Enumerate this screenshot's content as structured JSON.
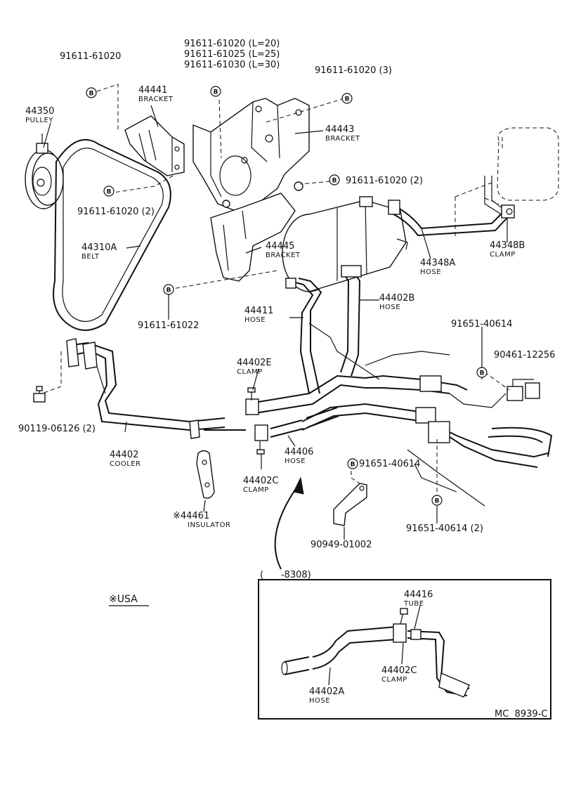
{
  "labels": {
    "bolt_91611_61020_tl": "91611-61020",
    "bolt_lengths_1": "91611-61020 (L=20)",
    "bolt_lengths_2": "91611-61025 (L=25)",
    "bolt_lengths_3": "91611-61030 (L=30)",
    "bolt_91611_61020_3": "91611-61020 (3)",
    "bracket_44441": "44441",
    "bracket_44441_name": "BRACKET",
    "pulley_44350": "44350",
    "pulley_44350_name": "PULLEY",
    "bracket_44443": "44443",
    "bracket_44443_name": "BRACKET",
    "bolt_91611_61020_2_right": "91611-61020 (2)",
    "bolt_91611_61020_2_left": "91611-61020 (2)",
    "belt_44310A": "44310A",
    "belt_44310A_name": "BELT",
    "bracket_44445": "44445",
    "bracket_44445_name": "BRACKET",
    "hose_44348A": "44348A",
    "hose_44348A_name": "HOSE",
    "clamp_44348B": "44348B",
    "clamp_44348B_name": "CLAMP",
    "bolt_91611_61022": "91611-61022",
    "hose_44411": "44411",
    "hose_44411_name": "HOSE",
    "hose_44402B": "44402B",
    "hose_44402B_name": "HOSE",
    "bolt_91651_40614_top": "91651-40614",
    "bolt_90461_12256": "90461-12256",
    "clamp_44402E": "44402E",
    "clamp_44402E_name": "CLAMP",
    "bolt_90119_06126": "90119-06126 (2)",
    "cooler_44402": "44402",
    "cooler_44402_name": "COOLER",
    "hose_44406": "44406",
    "hose_44406_name": "HOSE",
    "bolt_91651_40614_mid": "91651-40614",
    "clamp_44402C": "44402C",
    "clamp_44402C_name": "CLAMP",
    "insulator_44461": "※44461",
    "insulator_44461_name": "INSULATOR",
    "bracket_90949_01002": "90949-01002",
    "bolt_91651_40614_2": "91651-40614 (2)",
    "inset_range": "(      -8308)",
    "usa_note": "※USA",
    "tube_44416": "44416",
    "tube_44416_name": "TUBE",
    "inset_clamp_44402C": "44402C",
    "inset_clamp_44402C_name": "CLAMP",
    "hose_44402A": "44402A",
    "hose_44402A_name": "HOSE",
    "figure_code": "MC  8939-C"
  },
  "bolt_symbol": "B"
}
